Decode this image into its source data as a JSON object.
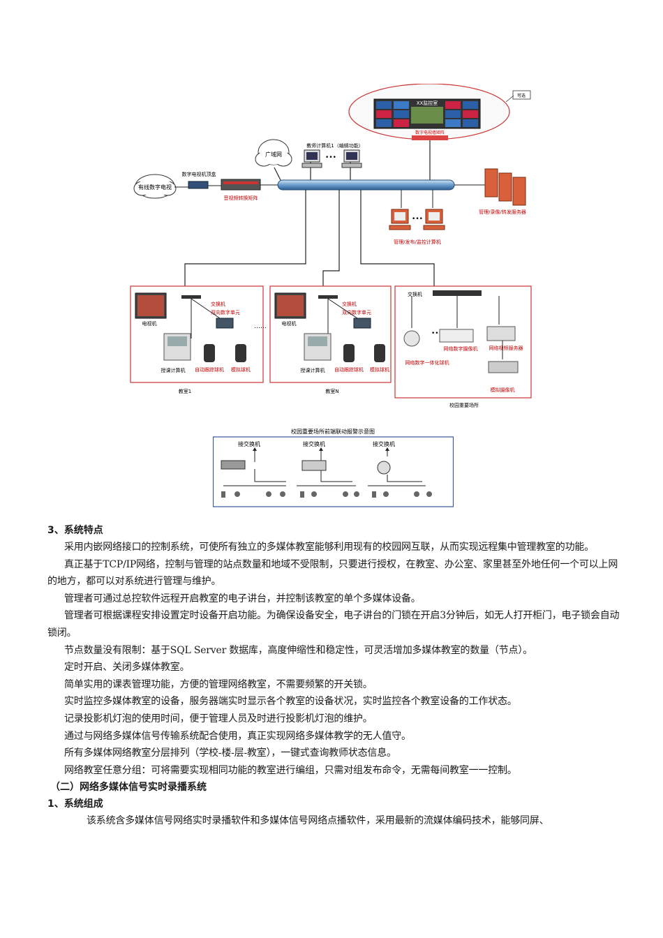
{
  "diagram": {
    "optional_note": "可选",
    "monitor_room": "XX监控室",
    "tv_wall_matrix": "数字电视墙矩阵",
    "wan": "广域网",
    "teacher_pc": "教师计算机1（编辑功能）",
    "cable_tv": "有线数字电视",
    "stb": "数字电视机顶盒",
    "av_matrix": "音视频转换矩阵",
    "servers": "管理/录像/转发服务器",
    "monitor_pcs": "管理/发布/监控计算机",
    "switch": "交换机",
    "bidirectional_unit": "双向数字单元",
    "tv": "电视机",
    "lecture_pc": "授课计算机",
    "auto_tracking_camera": "自动跟踪球机",
    "analog_dome": "模拟球机",
    "classroom_1": "教室1",
    "classroom_n": "教室N",
    "dots": "……",
    "campus_site": "校园重要场所",
    "net_dome": "网络数字一体化球机",
    "net_camera": "网络数字摄像机",
    "video_server": "网络视频服务器",
    "analog_camera": "模拟摄像机"
  },
  "alarm_diagram": {
    "title": "校园重要场所前端联动报警示意图",
    "to_switch": "接交换机"
  },
  "content": {
    "h_features": "3、系统特点",
    "p1": "采用内嵌网络接口的控制系统，可使所有独立的多媒体教室能够利用现有的校园网互联，从而实现远程集中管理教室的功能。",
    "p2": "真正基于TCP/IP网络，控制与管理的站点数量和地域不受限制，只要进行授权，在教室、办公室、家里甚至外地任何一个可以上网的地方，都可以对系统进行管理与维护。",
    "p3": "管理者可通过总控软件远程开启教室的电子讲台，并控制该教室的单个多媒体设备。",
    "p4": "管理者可根据课程安排设置定时设备开启功能。为确保设备安全，电子讲台的门锁在开启3分钟后，如无人打开柜门，电子锁会自动锁闭。",
    "p5": "节点数量没有限制：基于SQL Server 数据库，高度伸缩性和稳定性，可灵活增加多媒体教室的数量（节点）。",
    "p6": "定时开启、关闭多媒体教室。",
    "p7": "简单实用的课表管理功能，方便的管理网络教室，不需要频繁的开关锁。",
    "p8": "实时监控多媒体教室的设备，服务器端实时显示各个教室的设备状况，实时监控各个教室设备的工作状态。",
    "p9": "记录投影机灯泡的使用时间，便于管理人员及时进行投影机灯泡的维护。",
    "p10": "通过与网络多媒体信号传输系统配合使用，真正实现网络多媒体教学的无人值守。",
    "p11": "所有多媒体网络教室分层排列（学校-楼-层-教室），一键式查询教师状态信息。",
    "p12": "网络教室任意分组：可将需要实现相同功能的教室进行编组，只需对组发布命令，无需每间教室一一控制。",
    "h_section2": "（二）网络多媒体信号实时录播系统",
    "h_composition": "1、系统组成",
    "p13": "该系统含多媒体信号网络实时录播软件和多媒体信号网络点播软件，采用最新的流媒体编码技术，能够同屏、"
  }
}
